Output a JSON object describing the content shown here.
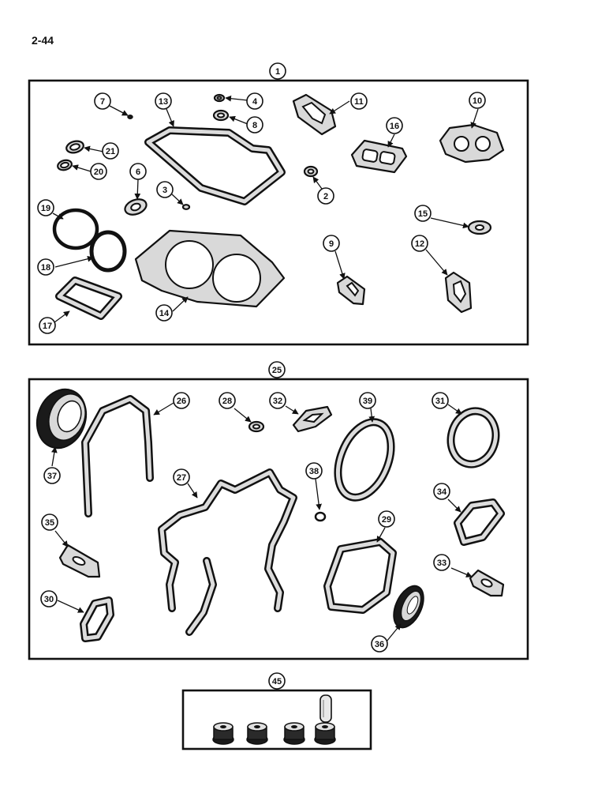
{
  "page_number": "2-44",
  "kits": [
    {
      "label": "1"
    },
    {
      "label": "25"
    },
    {
      "label": "45"
    }
  ],
  "callouts": [
    "7",
    "13",
    "4",
    "8",
    "11",
    "10",
    "16",
    "21",
    "20",
    "6",
    "3",
    "2",
    "19",
    "15",
    "9",
    "12",
    "18",
    "17",
    "14",
    "26",
    "28",
    "32",
    "39",
    "31",
    "37",
    "38",
    "27",
    "34",
    "35",
    "29",
    "33",
    "30",
    "36"
  ]
}
